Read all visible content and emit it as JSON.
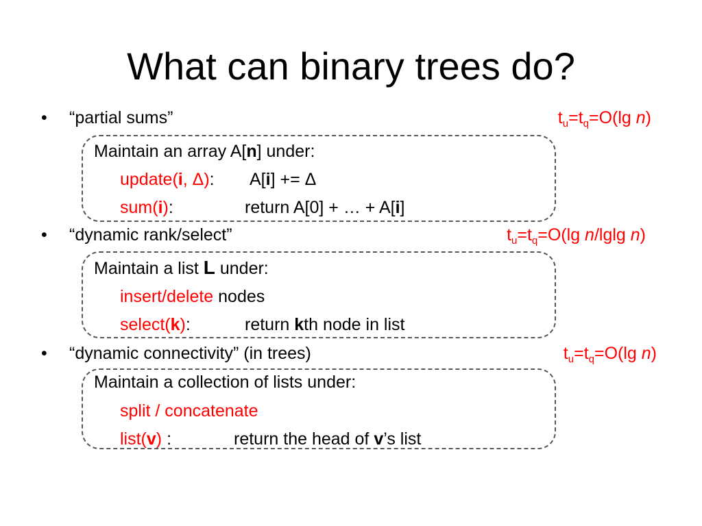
{
  "slide": {
    "title": "What can binary trees do?",
    "bullet_glyph": "•",
    "sections": [
      {
        "heading": "“partial sums”",
        "complexity": {
          "t1": "t",
          "s1": "u",
          "eq1": "=",
          "t2": "t",
          "s2": "q",
          "pre": "=O(lg ",
          "n1": "n",
          "mid": "",
          "n2": "",
          "post": ")"
        },
        "box": {
          "intro": {
            "pre": "Maintain an array A[",
            "bold": "n",
            "post": "] under:"
          },
          "op1": {
            "name_pre": "update(",
            "arg_bold": "i",
            "name_post": ", Δ)",
            "sep": ":",
            "desc_pre": "A[",
            "desc_bold": "i",
            "desc_post": "] += Δ"
          },
          "op2": {
            "name_pre": "sum(",
            "arg_bold": "i",
            "name_post": ")",
            "sep": ":",
            "desc_pre": "return A[0] + … + A[",
            "desc_bold": "i",
            "desc_post": "]"
          }
        }
      },
      {
        "heading": "“dynamic rank/select”",
        "complexity": {
          "t1": "t",
          "s1": "u",
          "eq1": "=",
          "t2": "t",
          "s2": "q",
          "pre": "=O(lg ",
          "n1": "n",
          "mid": "/lglg ",
          "n2": "n",
          "post": ")"
        },
        "box": {
          "intro": {
            "pre": "Maintain a list ",
            "bold": "L",
            "post": " under:"
          },
          "op1": {
            "name": "insert/delete",
            "desc": " nodes"
          },
          "op2": {
            "name_pre": "select(",
            "arg_bold": "k",
            "name_post": ")",
            "sep": ":",
            "desc_pre": "return ",
            "desc_bold": "k",
            "desc_post": "th node in list"
          }
        }
      },
      {
        "heading": "“dynamic connectivity” (in trees)",
        "complexity": {
          "t1": "t",
          "s1": "u",
          "eq1": "=",
          "t2": "t",
          "s2": "q",
          "pre": "=O(lg ",
          "n1": "n",
          "mid": "",
          "n2": "",
          "post": ")"
        },
        "box": {
          "intro": {
            "text": "Maintain a collection of lists under:"
          },
          "op1": {
            "name": "split / concatenate"
          },
          "op2": {
            "name_pre": "list(",
            "arg_bold": "v",
            "name_post": ")",
            "sep": " :",
            "desc_pre": "return the head of ",
            "desc_bold": "v",
            "desc_post": "’s list"
          }
        }
      }
    ]
  },
  "colors": {
    "accent": "#ff0000",
    "text": "#000000",
    "box_border": "#555555"
  }
}
